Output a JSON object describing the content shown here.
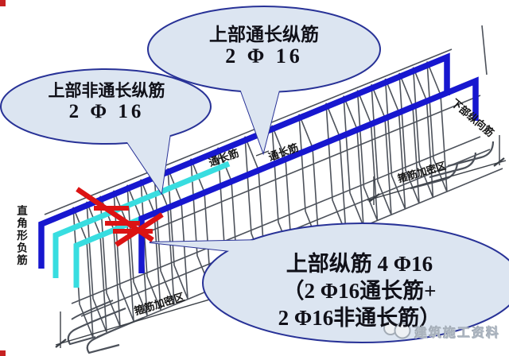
{
  "callouts": {
    "top": {
      "line1": "上部通长纵筋",
      "line2": "2 Φ 16"
    },
    "left": {
      "line1": "上部非通长纵筋",
      "line2": "2 Φ 16"
    },
    "bottom": {
      "line1": "上部纵筋 4 Φ16",
      "line2": "（2 Φ16通长筋+",
      "line3": "2 Φ16非通长筋）"
    }
  },
  "diagram_labels": {
    "through_bar_1": "通长筋",
    "through_bar_2": "通长筋",
    "bottom_longitudinal": "下部纵向筋",
    "stirrup_zone_left": "箍筋加密区",
    "stirrup_zone_right": "箍筋加密区",
    "right_angle_negative_bar": "直角形负筋"
  },
  "watermark": {
    "text": "建筑施工资料",
    "logo": "two-circles-logo"
  },
  "colors": {
    "through_bar_blue": "#1717cf",
    "non_through_bar_cyan": "#38dde0",
    "cutoff_mark_red": "#dc1313",
    "callout_fill": "#dce5f1",
    "callout_border": "#283297",
    "cage_gray": "#4d525b",
    "dim_gray": "#3a3f46",
    "corner_red": "#c62222"
  }
}
